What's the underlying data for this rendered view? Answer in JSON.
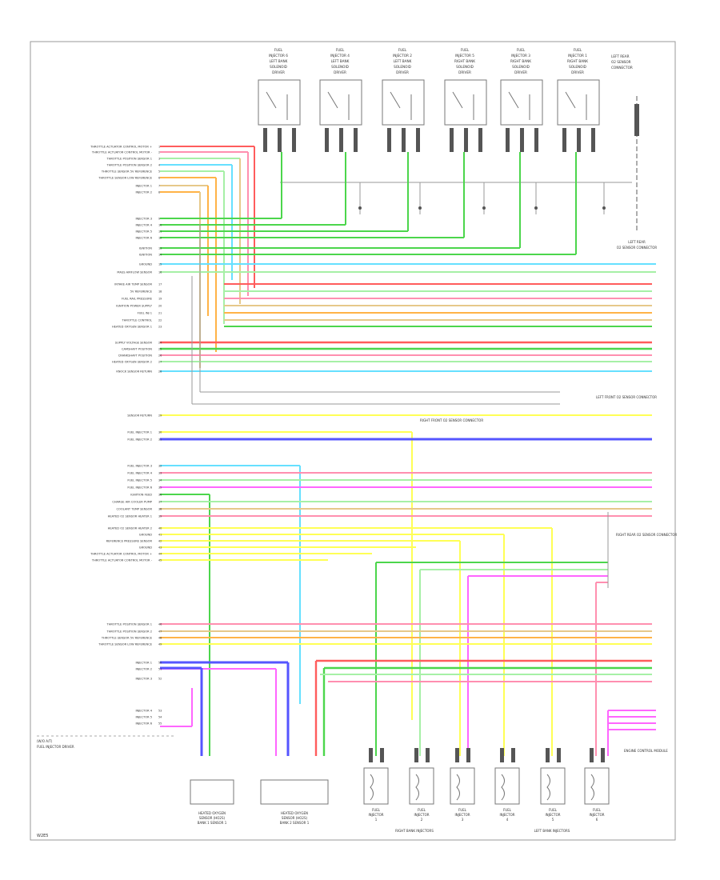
{
  "footer": {
    "page_code": "W2E5"
  },
  "top_module_labels": [
    "FUEL INJECTOR 6 LEFT BANK SOLENOID DRIVER",
    "FUEL INJECTOR 4 LEFT BANK SOLENOID DRIVER",
    "FUEL INJECTOR 2 LEFT BANK SOLENOID DRIVER",
    "FUEL INJECTOR 5 RIGHT BANK SOLENOID DRIVER",
    "FUEL INJECTOR 3 RIGHT BANK SOLENOID DRIVER",
    "FUEL INJECTOR 1 RIGHT BANK SOLENOID DRIVER",
    "LEFT REAR O2 SENSOR CONNECTOR"
  ],
  "pin_labels": [
    "THROTTLE ACTUATOR CONTROL MOTOR +",
    "THROTTLE ACTUATOR CONTROL MOTOR -",
    "THROTTLE POSITION SENSOR 1",
    "THROTTLE POSITION SENSOR 2",
    "THROTTLE SENSOR 5V REFERENCE",
    "THROTTLE SENSOR LOW REFERENCE",
    "INJECTOR 1",
    "INJECTOR 2",
    "INJECTOR 3",
    "INJECTOR 4",
    "INJECTOR 5",
    "INJECTOR 6",
    "IGNITION",
    "IGNITION",
    "GROUND",
    "MASS AIRFLOW SENSOR",
    "INTAKE AIR TEMP SENSOR",
    "5V REFERENCE",
    "FUEL RAIL PRESSURE",
    "IGNITION POWER SUPPLY",
    "FUEL INJ 1",
    "THROTTLE CONTROL",
    "HEATED OXYGEN SENSOR 1",
    "SUPPLY VOLTAGE SENSOR",
    "CAMSHAFT POSITION",
    "CRANKSHAFT POSITION",
    "HEATED OXYGEN SENSOR 2",
    "KNOCK SENSOR RETURN",
    "SENSOR RETURN",
    "FUEL INJECTOR 1",
    "FUEL INJECTOR 2",
    "FUEL INJECTOR 3",
    "FUEL INJECTOR 4",
    "FUEL INJECTOR 5",
    "FUEL INJECTOR 6",
    "IGNITION FEED",
    "CHARGE AIR COOLER PUMP",
    "COOLANT TEMP SENSOR",
    "HEATED O2 SENSOR HEATER 1",
    "HEATED O2 SENSOR HEATER 2",
    "GROUND",
    "REFERENCE PRESSURE SENSOR",
    "GROUND"
  ],
  "connector_notes": [
    "LEFT REAR O2 SENSOR CONNECTOR",
    "LEFT FRONT O2 SENSOR CONNECTOR",
    "RIGHT REAR O2 SENSOR CONNECTOR",
    "RIGHT FRONT O2 SENSOR CONNECTOR",
    "(W/O A/T)",
    "FUEL INJECTOR DRIVER",
    "ENGINE CONTROL MODULE"
  ],
  "bottom_modules": [
    "HEATED OXYGEN SENSOR (HO2S) BANK 1 SENSOR 1",
    "HEATED OXYGEN SENSOR (HO2S) BANK 2 SENSOR 1",
    "FUEL INJECTOR 1",
    "FUEL INJECTOR 2",
    "FUEL INJECTOR 3",
    "FUEL INJECTOR 4",
    "FUEL INJECTOR 5",
    "FUEL INJECTOR 6"
  ],
  "group_labels": [
    "RIGHT BANK INJECTORS",
    "LEFT BANK INJECTORS"
  ],
  "wire_colors": {
    "red": "#ff5c5c",
    "pink": "#ff8fb0",
    "orange": "#ffb347",
    "green": "#4cd64c",
    "light_green": "#a6f0a6",
    "yellow": "#ffff55",
    "blue": "#5555ff",
    "cyan": "#66e0ff",
    "magenta": "#ff66ff",
    "tan": "#e6c88a",
    "gray": "#9a9a9a",
    "black": "#222222"
  }
}
